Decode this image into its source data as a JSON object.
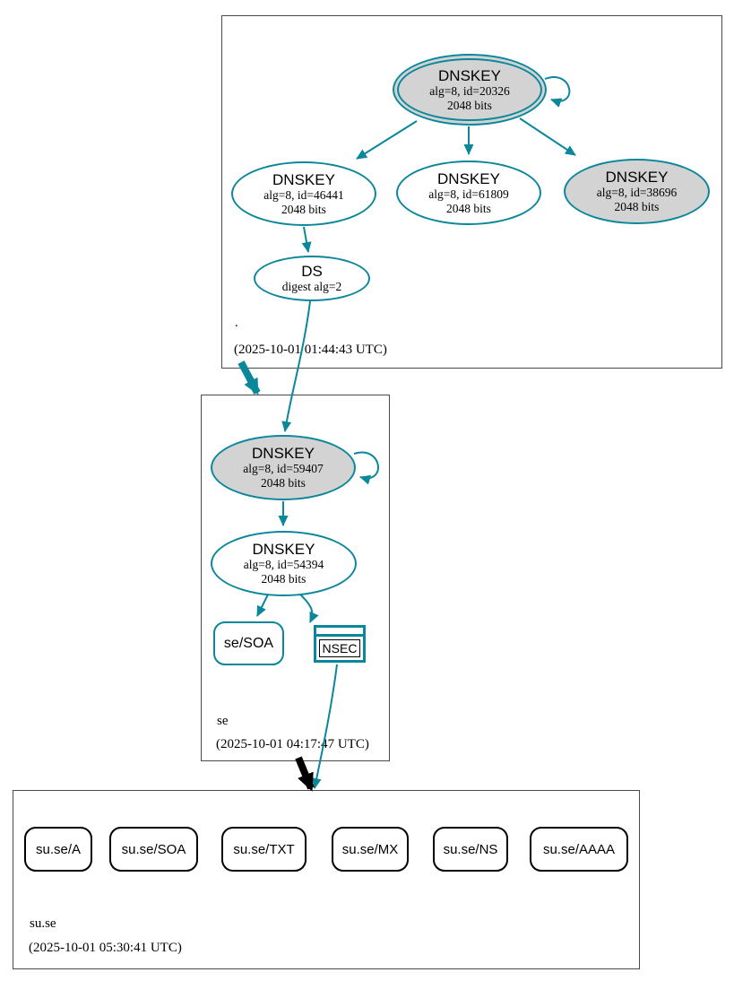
{
  "colors": {
    "secure_teal": "#0a879a",
    "node_gray_fill": "#d3d3d3",
    "rrset_border_black": "#000000",
    "zone_box_border": "#4a4a4a"
  },
  "zones": {
    "root": {
      "label": ".",
      "timestamp": "(2025-10-01 01:44:43 UTC)"
    },
    "se": {
      "label": "se",
      "timestamp": "(2025-10-01 04:17:47 UTC)"
    },
    "su_se": {
      "label": "su.se",
      "timestamp": "(2025-10-01 05:30:41 UTC)"
    }
  },
  "nodes": {
    "root_ksk": {
      "title": "DNSKEY",
      "alg_id": "alg=8, id=20326",
      "bits": "2048 bits"
    },
    "root_zsk_46441": {
      "title": "DNSKEY",
      "alg_id": "alg=8, id=46441",
      "bits": "2048 bits"
    },
    "root_zsk_61809": {
      "title": "DNSKEY",
      "alg_id": "alg=8, id=61809",
      "bits": "2048 bits"
    },
    "root_key_38696": {
      "title": "DNSKEY",
      "alg_id": "alg=8, id=38696",
      "bits": "2048 bits"
    },
    "root_ds": {
      "title": "DS",
      "detail": "digest alg=2"
    },
    "se_ksk": {
      "title": "DNSKEY",
      "alg_id": "alg=8, id=59407",
      "bits": "2048 bits"
    },
    "se_zsk": {
      "title": "DNSKEY",
      "alg_id": "alg=8, id=54394",
      "bits": "2048 bits"
    },
    "se_soa": {
      "label": "se/SOA"
    },
    "se_nsec": {
      "label": "NSEC"
    }
  },
  "su_se_rrsets": [
    {
      "label": "su.se/A"
    },
    {
      "label": "su.se/SOA"
    },
    {
      "label": "su.se/TXT"
    },
    {
      "label": "su.se/MX"
    },
    {
      "label": "su.se/NS"
    },
    {
      "label": "su.se/AAAA"
    }
  ]
}
